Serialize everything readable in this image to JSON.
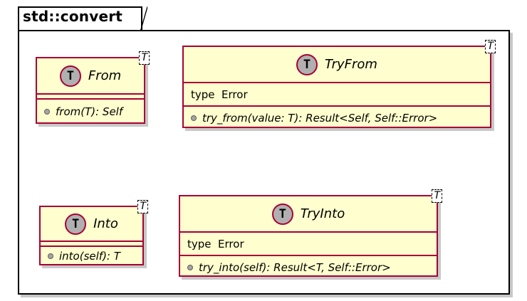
{
  "package": {
    "name": "std::convert"
  },
  "classes": {
    "from": {
      "stereotype": "T",
      "name": "From",
      "type_param": "T",
      "fields": [],
      "methods": [
        "from(T): Self"
      ]
    },
    "tryfrom": {
      "stereotype": "T",
      "name": "TryFrom",
      "type_param": "T",
      "fields": [
        "type  Error"
      ],
      "methods": [
        "try_from(value: T): Result<Self, Self::Error>"
      ]
    },
    "into": {
      "stereotype": "T",
      "name": "Into",
      "type_param": "T",
      "fields": [],
      "methods": [
        "into(self): T"
      ]
    },
    "tryinto": {
      "stereotype": "T",
      "name": "TryInto",
      "type_param": "T",
      "fields": [
        "type  Error"
      ],
      "methods": [
        "try_into(self): Result<T, Self::Error>"
      ]
    }
  },
  "colors": {
    "class_fill": "#fefece",
    "class_border": "#a80036",
    "shadow": "#c8c8c8"
  }
}
